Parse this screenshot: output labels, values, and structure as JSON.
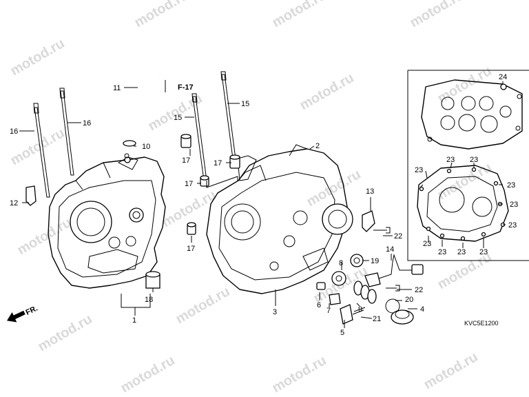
{
  "watermark": "motod.ru",
  "reference": "F-17",
  "diagram_code": "KVC5E1200",
  "front_marker": "FR.",
  "callouts": {
    "c1": "1",
    "c2": "2",
    "c3": "3",
    "c4": "4",
    "c5": "5",
    "c6": "6",
    "c7": "7",
    "c8": "8",
    "c9": "9",
    "c10": "10",
    "c11": "11",
    "c12": "12",
    "c13": "13",
    "c14": "14",
    "c15a": "15",
    "c15b": "15",
    "c16a": "16",
    "c16b": "16",
    "c17a": "17",
    "c17b": "17",
    "c17c": "17",
    "c17d": "17",
    "c18": "18",
    "c19": "19",
    "c20": "20",
    "c21": "21",
    "c22a": "22",
    "c22b": "22",
    "c23a": "23",
    "c23b": "23",
    "c23c": "23",
    "c23d": "23",
    "c23e": "23",
    "c23f": "23",
    "c23g": "23",
    "c23h": "23",
    "c23i": "23",
    "c23j": "23",
    "c24": "24"
  }
}
